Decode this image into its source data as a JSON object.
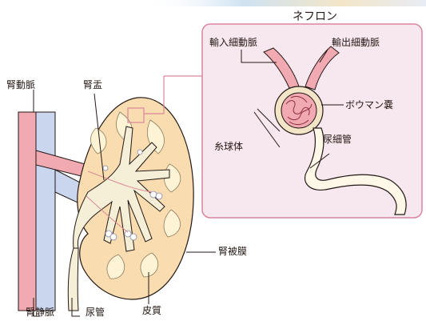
{
  "labels": {
    "nephron": "ネフロン",
    "afferent_arteriole": "輸入細動脈",
    "efferent_arteriole": "輸出細動脈",
    "bowman_capsule": "ボウマン嚢",
    "glomerulus": "糸球体",
    "renal_tubule": "尿細管",
    "renal_artery": "腎動脈",
    "renal_pelvis": "腎盂",
    "renal_capsule": "腎被膜",
    "renal_vein": "腎静脈",
    "ureter": "尿管",
    "cortex": "皮質"
  },
  "colors": {
    "nephron_panel_bg": "#f6e8ee",
    "nephron_panel_border": "#d9869c",
    "artery": "#f1aab1",
    "vein": "#c9d6ee",
    "kidney_cortex": "#f9ddb0",
    "pelvis": "#f5efd8",
    "outline": "#231815"
  }
}
